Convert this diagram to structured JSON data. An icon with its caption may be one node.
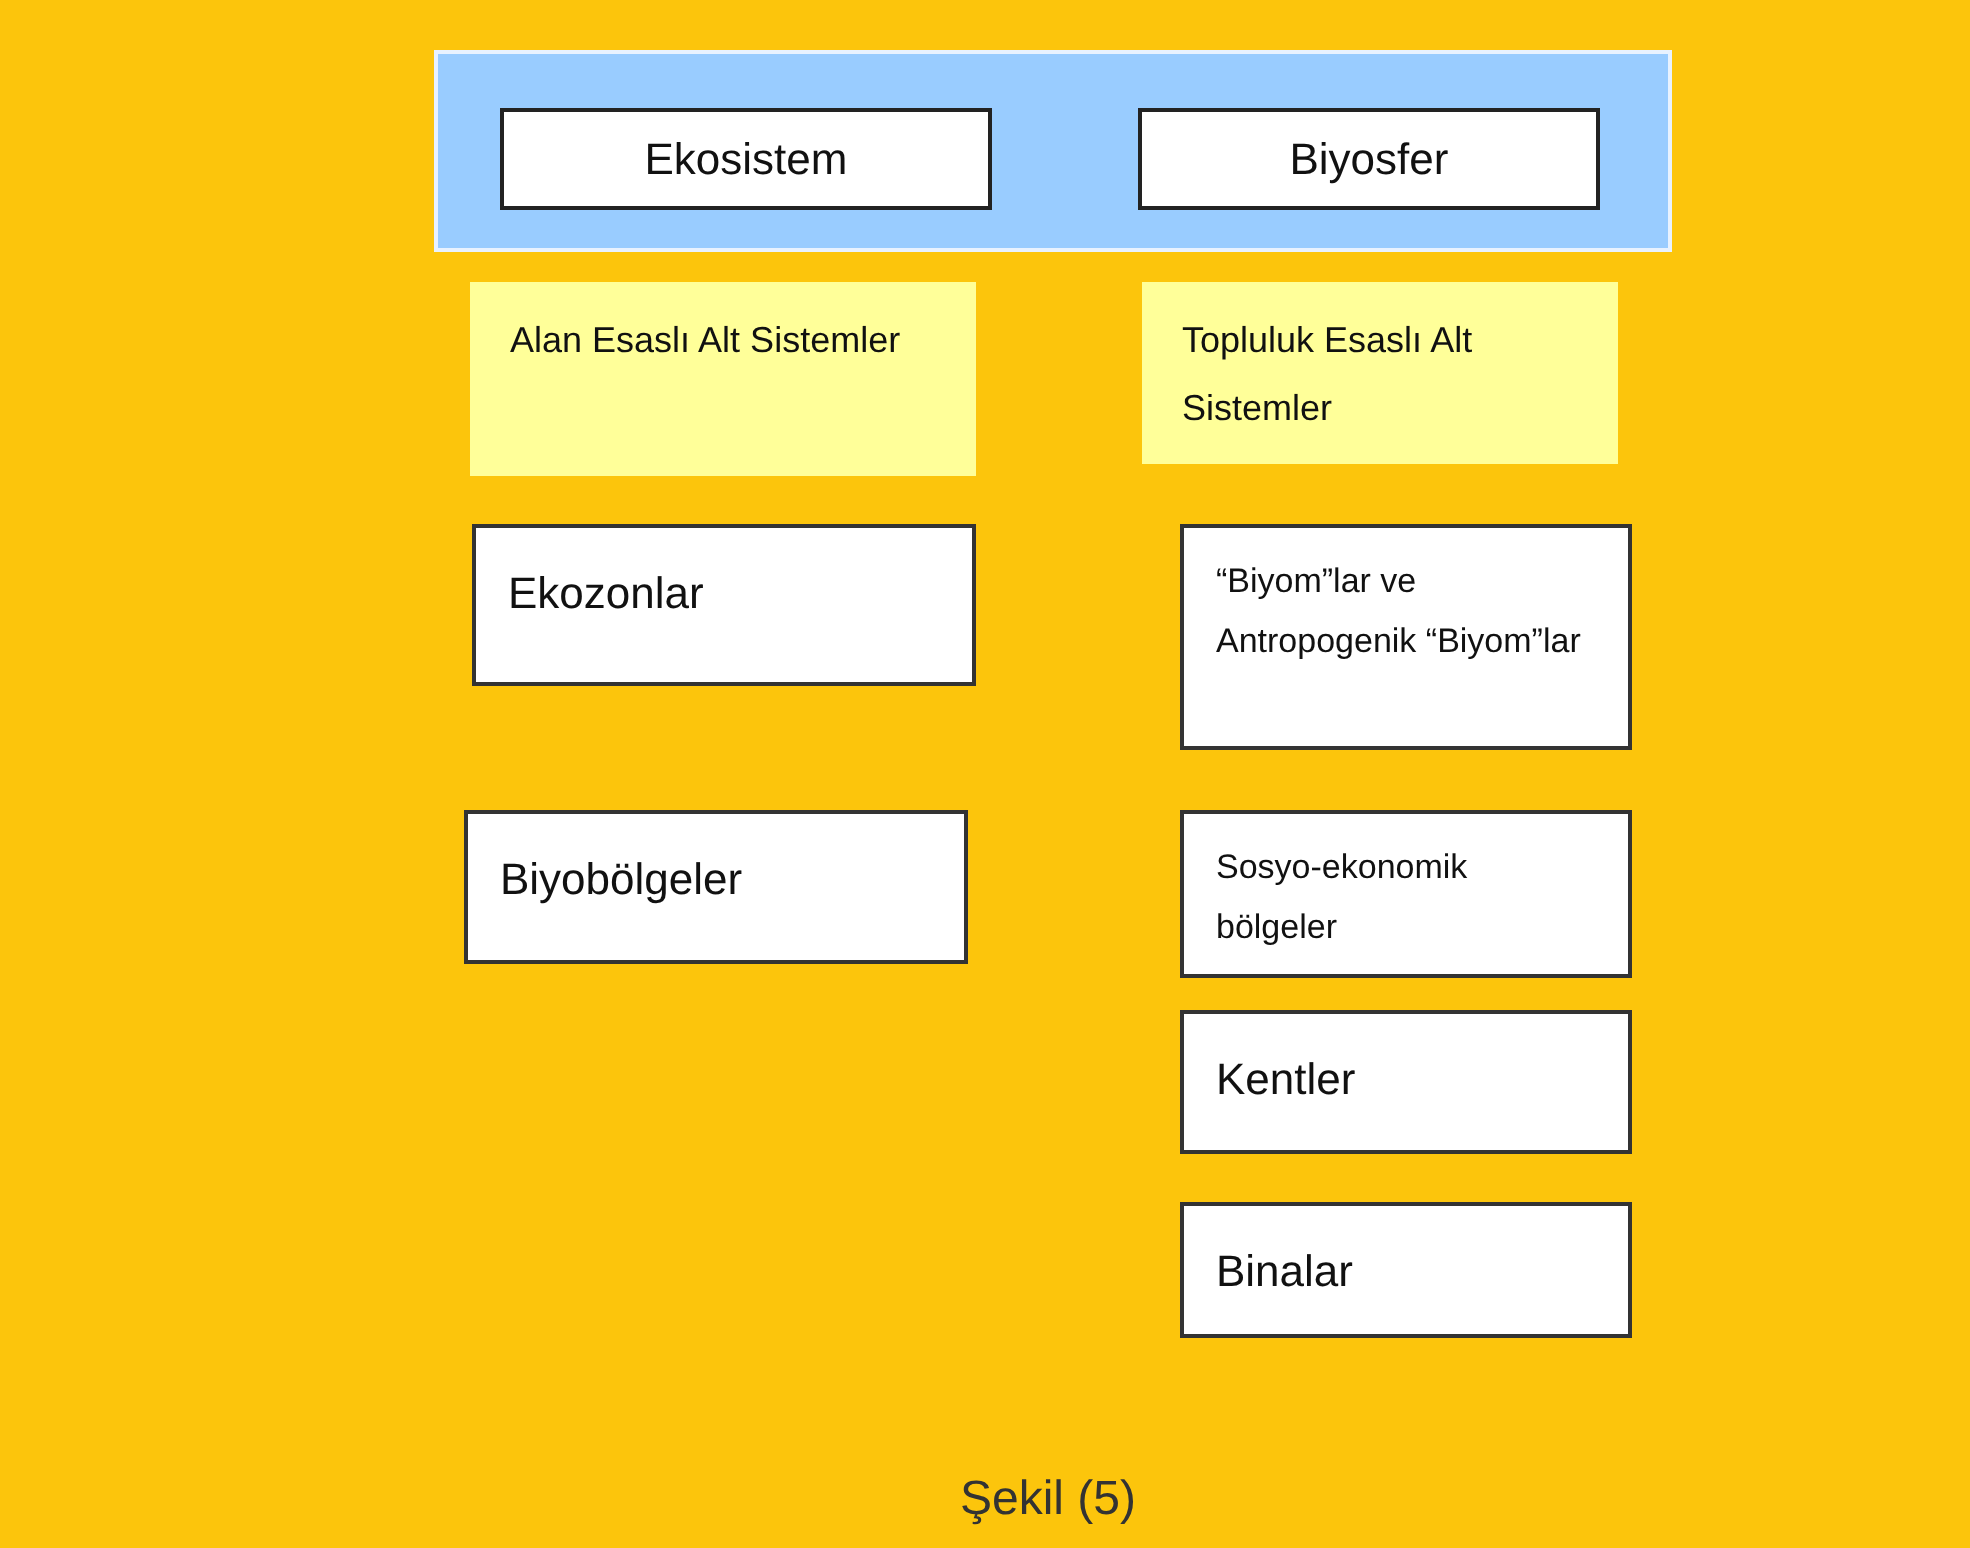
{
  "diagram": {
    "caption": "Şekil (5)",
    "nodes": [
      {
        "text": [],
        "shape": "box"
      },
      {
        "text": [
          "Ekosistem"
        ],
        "in": 0
      },
      {
        "text": [
          "Biyosfer"
        ],
        "in": 0
      },
      {
        "text": [
          "Alan Esaslı Alt Sistemler"
        ]
      },
      {
        "text": [
          "Topluluk Esaslı Alt Sistemler"
        ]
      },
      {
        "text": [
          "Ekozonlar"
        ]
      },
      {
        "text": [
          "“Biyom”lar ve Antropogenik “Biyom”lar"
        ]
      },
      {
        "text": [
          "Biyobölgeler"
        ]
      },
      {
        "text": [
          "Sosyo-ekonomik bölgeler"
        ]
      },
      {
        "text": [
          "Kentler"
        ]
      },
      {
        "text": [
          "Binalar"
        ]
      }
    ]
  }
}
